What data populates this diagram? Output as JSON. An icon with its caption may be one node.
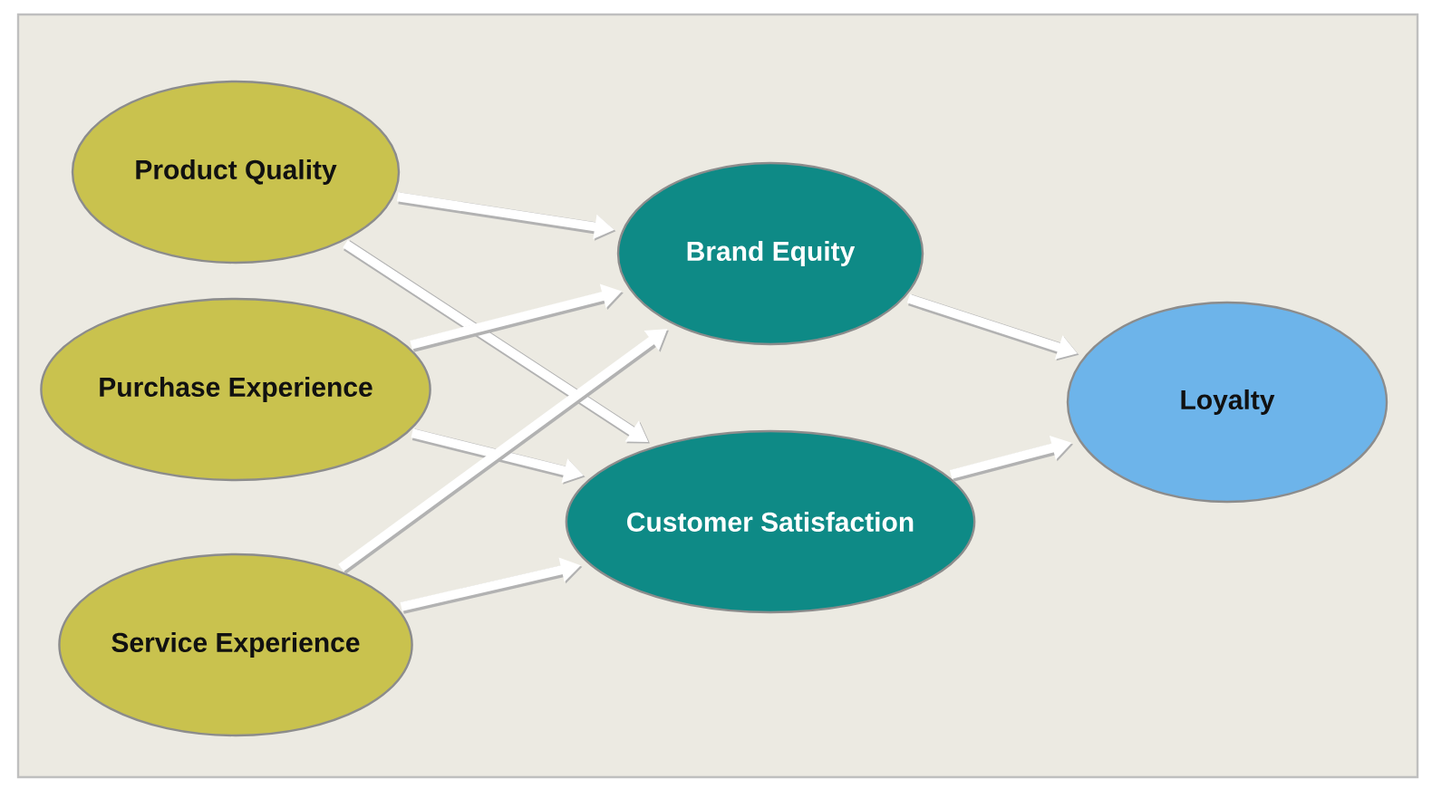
{
  "diagram": {
    "nodes": [
      {
        "text": [
          "Product Quality"
        ]
      },
      {
        "text": [
          "Purchase Experience"
        ]
      },
      {
        "text": [
          "Service Experience"
        ]
      },
      {
        "text": [
          "Brand Equity"
        ]
      },
      {
        "text": [
          "Customer Satisfaction"
        ]
      },
      {
        "text": [
          "Loyalty"
        ]
      }
    ],
    "edges": [
      {
        "from": 0,
        "to": 3,
        "arrow": "to"
      },
      {
        "from": 0,
        "to": 4,
        "arrow": "to"
      },
      {
        "from": 1,
        "to": 3,
        "arrow": "to"
      },
      {
        "from": 1,
        "to": 4,
        "arrow": "to"
      },
      {
        "from": 2,
        "to": 3,
        "arrow": "to"
      },
      {
        "from": 2,
        "to": 4,
        "arrow": "to"
      },
      {
        "from": 3,
        "to": 5,
        "arrow": "to"
      },
      {
        "from": 4,
        "to": 5,
        "arrow": "to"
      }
    ]
  }
}
